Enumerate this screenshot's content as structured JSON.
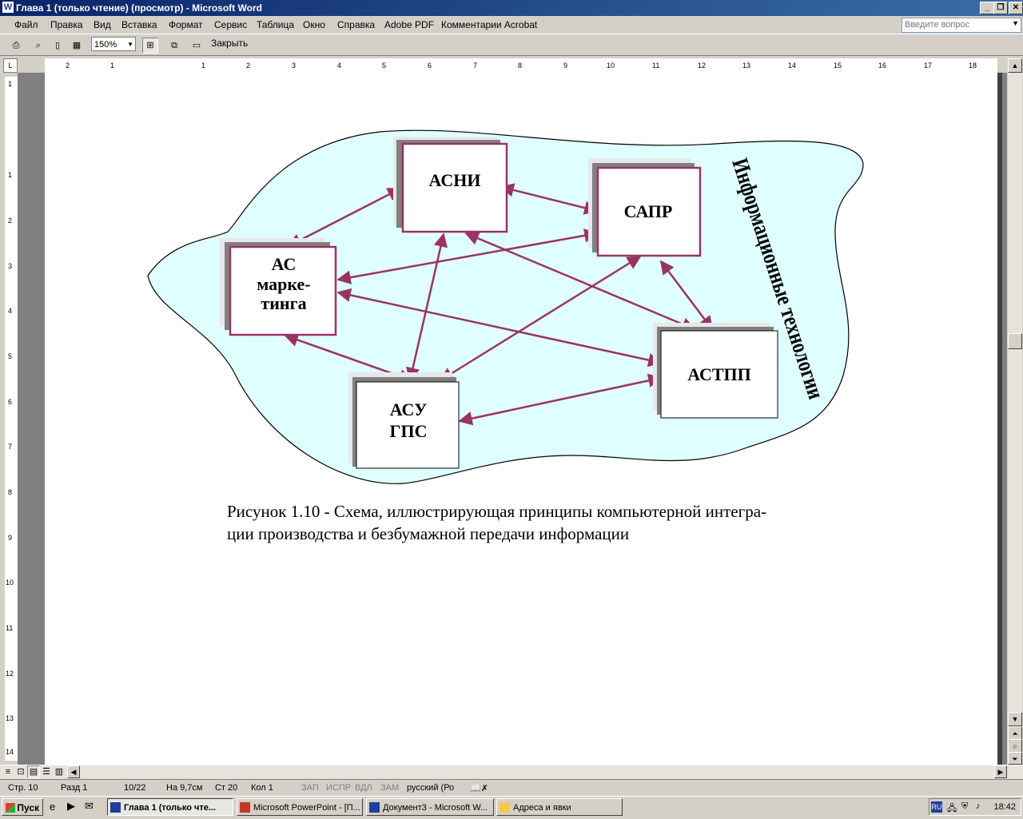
{
  "window": {
    "title": "Глава 1 (только чтение) (просмотр) - Microsoft Word"
  },
  "menu": {
    "items": [
      "Файл",
      "Правка",
      "Вид",
      "Вставка",
      "Формат",
      "Сервис",
      "Таблица",
      "Окно",
      "Справка",
      "Adobe PDF",
      "Комментарии Acrobat"
    ],
    "help_placeholder": "Введите вопрос"
  },
  "toolbar": {
    "zoom": "150%",
    "close_label": "Закрыть"
  },
  "ruler": {
    "h_numbers": [
      "2",
      "1",
      "1",
      "2",
      "3",
      "4",
      "5",
      "6",
      "7",
      "8",
      "9",
      "10",
      "11",
      "12",
      "13",
      "14",
      "15",
      "16",
      "17",
      "18"
    ],
    "v_numbers": [
      "1",
      "1",
      "2",
      "3",
      "4",
      "5",
      "6",
      "7",
      "8",
      "9",
      "10",
      "11",
      "12",
      "13",
      "14"
    ]
  },
  "diagram": {
    "boxes": {
      "asni": "АСНИ",
      "sapr": "САПР",
      "as_marketing": [
        "АС",
        "марке-",
        "тинга"
      ],
      "astpp": "АСТПП",
      "asu_gps": [
        "АСУ",
        "ГПС"
      ]
    },
    "vertical_label": "Информационные технологии",
    "colors": {
      "cloud_fill": "#e0ffff",
      "arrow": "#993366",
      "box_border": "#993366",
      "shadow": "#808080"
    }
  },
  "caption": {
    "line1": "Рисунок 1.10 - Схема, иллюстрирующая принципы компьютерной интегра-",
    "line2": "ции производства и безбумажной передачи информации"
  },
  "status": {
    "page": "Стр. 10",
    "section": "Разд 1",
    "pages": "10/22",
    "at": "На 9,7см",
    "line": "Ст 20",
    "col": "Кол 1",
    "rec": "ЗАП",
    "trk": "ИСПР",
    "ext": "ВДЛ",
    "ovr": "ЗАМ",
    "language": "русский (Ро"
  },
  "taskbar": {
    "start": "Пуск",
    "tasks": [
      "Глава 1 (только чте...",
      "Microsoft PowerPoint - [П...",
      "Документ3 - Microsoft W...",
      "Адреса и явки"
    ],
    "lang": "RU",
    "clock": "18:42"
  }
}
